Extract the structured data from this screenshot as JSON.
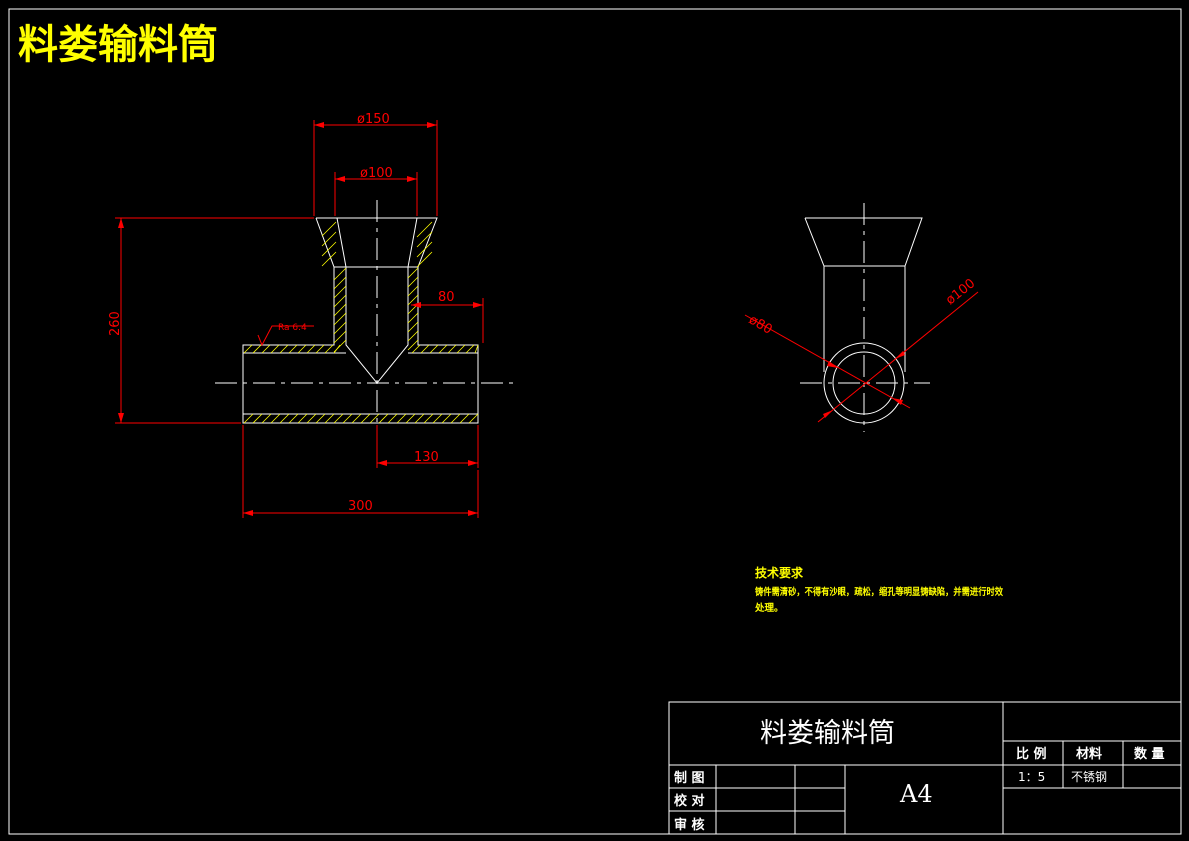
{
  "drawing_title": "料娄输料筒",
  "dimensions": {
    "outer_top_diameter": "ø150",
    "inner_top_diameter": "ø100",
    "branch_length": "80",
    "height": "260",
    "half_length": "130",
    "total_length": "300",
    "roughness": "Ra 6.4",
    "side_small_diameter": "ø80",
    "side_large_diameter": "ø100"
  },
  "technical_requirements": {
    "heading": "技术要求",
    "line1": "铸件需清砂，不得有沙眼，疏松，缩孔等明显铸缺陷，并需进行时效",
    "line2": "处理。"
  },
  "title_block": {
    "name": "料娄输料筒",
    "sheet_size": "A4",
    "scale_header": "比 例",
    "material_header": "材料",
    "quantity_header": "数 量",
    "scale_value": "1：5",
    "material_value": "不锈钢",
    "quantity_value": "",
    "drawn_label": "制 图",
    "checked_label": "校 对",
    "approved_label": "审 核"
  },
  "colors": {
    "background": "#000000",
    "outline": "#ffffff",
    "dimension": "#ff0000",
    "hatch_and_title": "#ffff00"
  }
}
